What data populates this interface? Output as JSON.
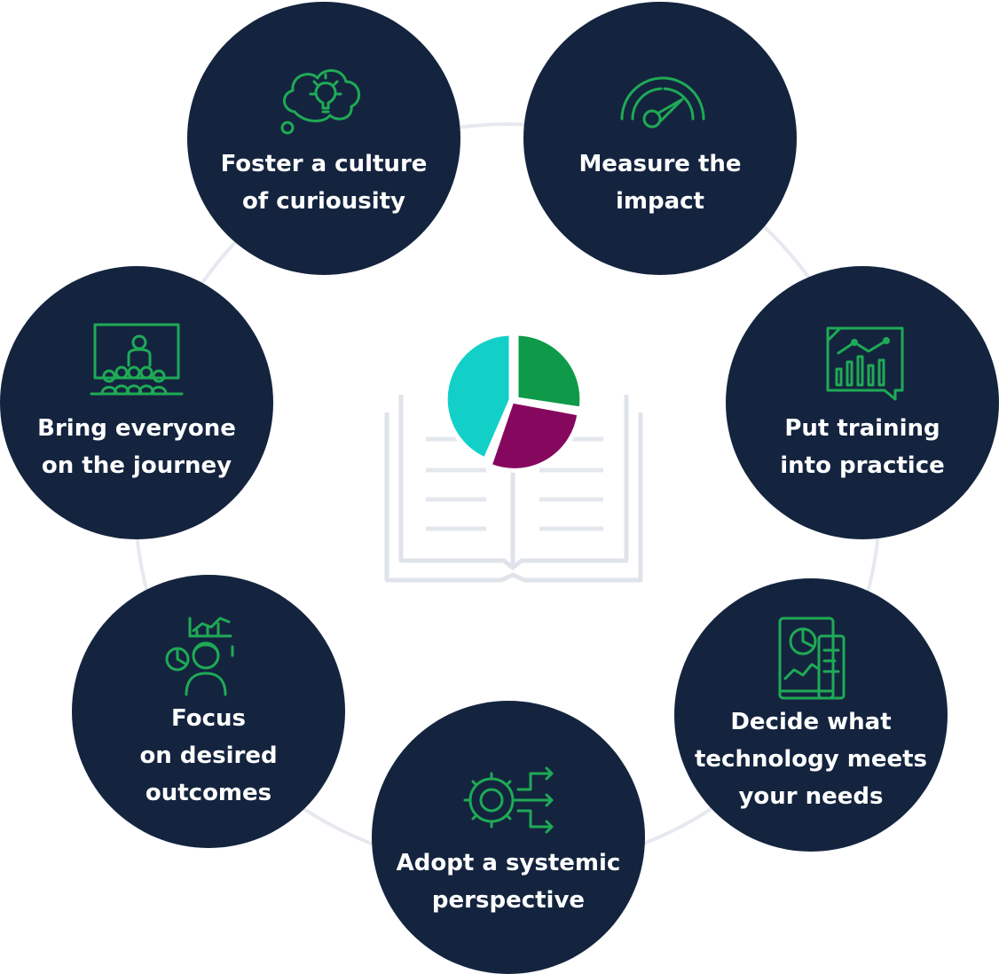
{
  "colors": {
    "circle": "#14243f",
    "icon_stroke": "#1faa55",
    "ring": "#e6e9ef",
    "book": "#dfe3ea",
    "pie_green": "#0e9a48",
    "pie_purple": "#86085e",
    "pie_teal": "#12d0c8"
  },
  "center": {
    "icon": "book-with-pie-chart-icon"
  },
  "nodes": [
    {
      "id": "curiosity",
      "label": "Foster a culture\nof curiousity",
      "icon": "lightbulb-thought-cloud-icon"
    },
    {
      "id": "impact",
      "label": "Measure the\nimpact",
      "icon": "gauge-icon"
    },
    {
      "id": "practice",
      "label": "Put training\ninto practice",
      "icon": "presentation-chart-icon"
    },
    {
      "id": "technology",
      "label": "Decide what\ntechnology meets\nyour needs",
      "icon": "tablet-phone-analytics-icon"
    },
    {
      "id": "systemic",
      "label": "Adopt a systemic\nperspective",
      "icon": "gear-arrows-icon"
    },
    {
      "id": "outcomes",
      "label": "Focus\non desired\noutcomes",
      "icon": "person-with-charts-icon"
    },
    {
      "id": "everyone",
      "label": "Bring everyone\non the journey",
      "icon": "audience-presenter-icon"
    }
  ]
}
